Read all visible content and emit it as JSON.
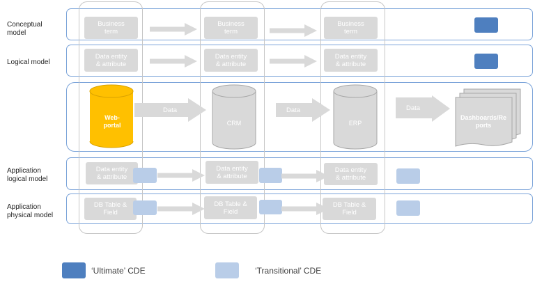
{
  "rows": {
    "conceptual": "Conceptual\nmodel",
    "logical": "Logical model",
    "app_logical": "Application\nlogical model",
    "app_physical": "Application\nphysical model"
  },
  "conceptual_boxes": [
    "Business\nterm",
    "Business\nterm",
    "Business\nterm"
  ],
  "logical_boxes": [
    "Data entity\n& attribute",
    "Data entity\n& attribute",
    "Data entity\n& attribute"
  ],
  "app_logical_boxes": [
    "Data entity\n& attribute",
    "Data entity\n& attribute",
    "Data entity\n& attribute"
  ],
  "app_physical_boxes": [
    "DB Table &\nField",
    "DB Table &\nField",
    "DB Table &\nField"
  ],
  "systems": {
    "web_portal": [
      "Web-",
      "portal"
    ],
    "crm": "CRM",
    "erp": "ERP",
    "dashboards": [
      "Dashboards/Re",
      "ports"
    ]
  },
  "flow_label": "Data",
  "legend": {
    "ultimate": "‘Ultimate’ CDE",
    "transitional": "‘Transitional’ CDE"
  },
  "colors": {
    "ultimate": "#4e7fbf",
    "transitional": "#b9cde8",
    "web_portal": "#ffc000",
    "system_gray": "#d9d9d9",
    "lane_border": "#7aa3d9"
  }
}
